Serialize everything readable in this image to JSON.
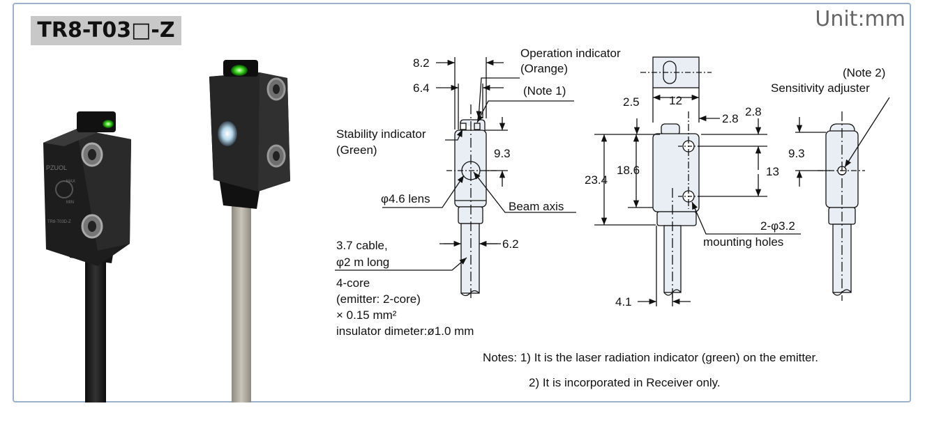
{
  "header": {
    "model": "TR8-T03□-Z",
    "unit": "Unit:mm"
  },
  "photo": {
    "emitter_marks": [
      "PZUOL",
      "MAX",
      "MIN",
      "TR8-T03D-Z"
    ]
  },
  "dims": {
    "d82": "8.2",
    "d64": "6.4",
    "d93a": "9.3",
    "d37": "3.7 cable,",
    "d62": "6.2",
    "d25": "2.5",
    "d12": "12",
    "d28a": "2.8",
    "d28b": "2.8",
    "d234": "23.4",
    "d186": "18.6",
    "d13": "13",
    "d41": "4.1",
    "d93b": "9.3"
  },
  "labels": {
    "op_indicator_1": "Operation indicator",
    "op_indicator_2": "(Orange)",
    "note1": "(Note 1)",
    "stab_1": "Stability indicator",
    "stab_2": "(Green)",
    "lens": "φ4.6 lens",
    "beam": "Beam axis",
    "cable_2": "φ2 m long",
    "core_1": "4-core",
    "core_2": "(emitter: 2-core)",
    "core_3": "× 0.15 mm²",
    "core_4": "insulator dimeter:ø1.0 mm",
    "holes_1": "2-φ3.2",
    "holes_2": "mounting holes",
    "note2": "(Note 2)",
    "sens": "Sensitivity adjuster"
  },
  "notes": {
    "n1": "Notes: 1) It is the laser radiation indicator (green) on the emitter.",
    "n2": "2) It is incorporated in Receiver only."
  }
}
